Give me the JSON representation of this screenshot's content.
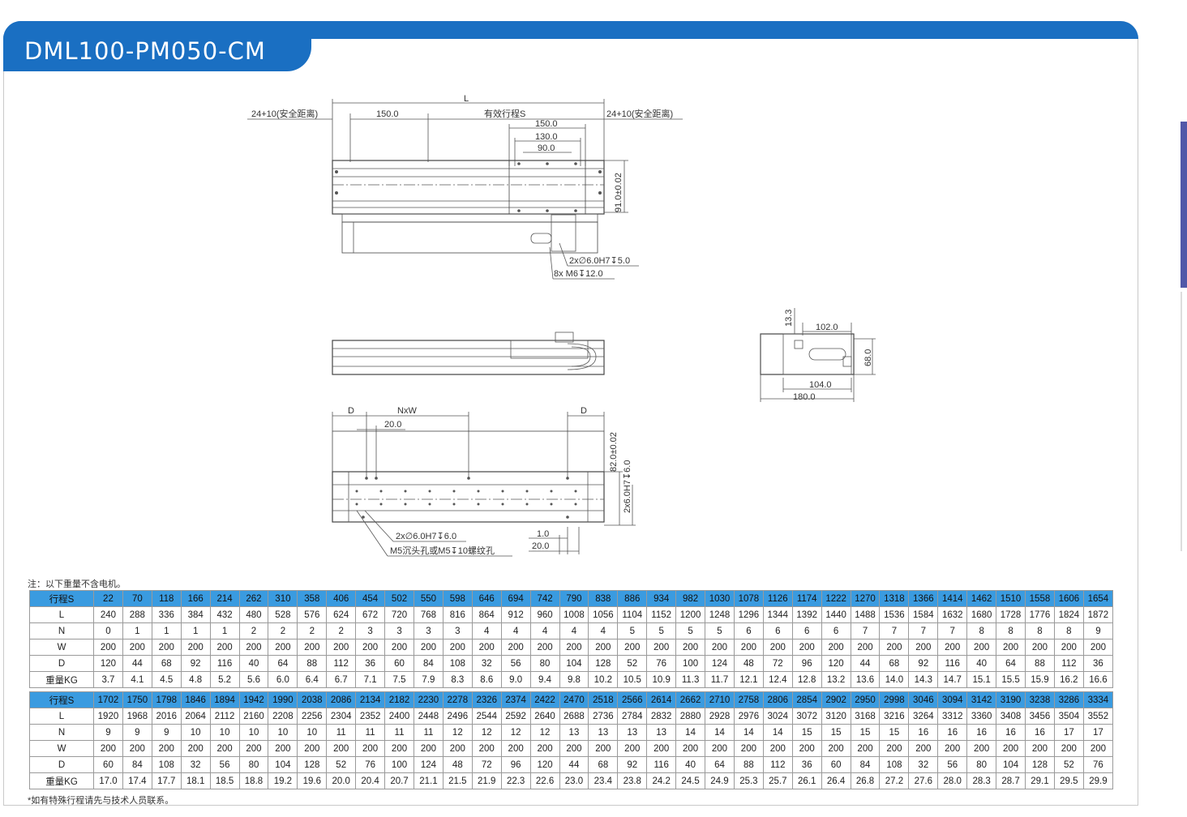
{
  "title": "DML100-PM050-CM",
  "drawing": {
    "top_view": {
      "label_L": "L",
      "safety_left": "24+10(安全距离)",
      "safety_right": "24+10(安全距离)",
      "dim_150": "150.0",
      "effective_stroke": "有效行程S",
      "dim_carriage_150": "150.0",
      "dim_130": "130.0",
      "dim_90": "90.0",
      "dim_91": "91.0±0.02",
      "hole_pins": "2x∅6.0H7↧5.0",
      "hole_screws": "8x  M6↧12.0"
    },
    "section_view": {
      "dim_13_3": "13.3",
      "dim_102": "102.0",
      "dim_68": "68.0",
      "dim_104": "104.0",
      "dim_180": "180.0"
    },
    "bottom_view": {
      "label_D_left": "D",
      "label_NxW": "NxW",
      "label_D_right": "D",
      "dim_20": "20.0",
      "dim_82": "82.0±0.02",
      "dim_pin_v": "2x6.0H7↧6.0",
      "hole_pins": "2x∅6.0H7↧6.0",
      "hole_screws": "M5沉头孔或M5↧10螺纹孔",
      "dim_1": "1.0",
      "dim_20b": "20.0"
    }
  },
  "note_top": "注：以下重量不含电机。",
  "note_bottom": "*如有特殊行程请先与技术人员联系。",
  "table1": {
    "header": "行程S",
    "s": [
      "22",
      "70",
      "118",
      "166",
      "214",
      "262",
      "310",
      "358",
      "406",
      "454",
      "502",
      "550",
      "598",
      "646",
      "694",
      "742",
      "790",
      "838",
      "886",
      "934",
      "982",
      "1030",
      "1078",
      "1126",
      "1174",
      "1222",
      "1270",
      "1318",
      "1366",
      "1414",
      "1462",
      "1510",
      "1558",
      "1606",
      "1654"
    ],
    "rows": [
      {
        "label": "L",
        "values": [
          "240",
          "288",
          "336",
          "384",
          "432",
          "480",
          "528",
          "576",
          "624",
          "672",
          "720",
          "768",
          "816",
          "864",
          "912",
          "960",
          "1008",
          "1056",
          "1104",
          "1152",
          "1200",
          "1248",
          "1296",
          "1344",
          "1392",
          "1440",
          "1488",
          "1536",
          "1584",
          "1632",
          "1680",
          "1728",
          "1776",
          "1824",
          "1872"
        ]
      },
      {
        "label": "N",
        "values": [
          "0",
          "1",
          "1",
          "1",
          "1",
          "2",
          "2",
          "2",
          "2",
          "3",
          "3",
          "3",
          "3",
          "4",
          "4",
          "4",
          "4",
          "4",
          "5",
          "5",
          "5",
          "5",
          "6",
          "6",
          "6",
          "6",
          "7",
          "7",
          "7",
          "7",
          "8",
          "8",
          "8",
          "8",
          "9"
        ]
      },
      {
        "label": "W",
        "values": [
          "200",
          "200",
          "200",
          "200",
          "200",
          "200",
          "200",
          "200",
          "200",
          "200",
          "200",
          "200",
          "200",
          "200",
          "200",
          "200",
          "200",
          "200",
          "200",
          "200",
          "200",
          "200",
          "200",
          "200",
          "200",
          "200",
          "200",
          "200",
          "200",
          "200",
          "200",
          "200",
          "200",
          "200",
          "200"
        ]
      },
      {
        "label": "D",
        "values": [
          "120",
          "44",
          "68",
          "92",
          "116",
          "40",
          "64",
          "88",
          "112",
          "36",
          "60",
          "84",
          "108",
          "32",
          "56",
          "80",
          "104",
          "128",
          "52",
          "76",
          "100",
          "124",
          "48",
          "72",
          "96",
          "120",
          "44",
          "68",
          "92",
          "116",
          "40",
          "64",
          "88",
          "112",
          "36"
        ]
      },
      {
        "label": "重量KG",
        "values": [
          "3.7",
          "4.1",
          "4.5",
          "4.8",
          "5.2",
          "5.6",
          "6.0",
          "6.4",
          "6.7",
          "7.1",
          "7.5",
          "7.9",
          "8.3",
          "8.6",
          "9.0",
          "9.4",
          "9.8",
          "10.2",
          "10.5",
          "10.9",
          "11.3",
          "11.7",
          "12.1",
          "12.4",
          "12.8",
          "13.2",
          "13.6",
          "14.0",
          "14.3",
          "14.7",
          "15.1",
          "15.5",
          "15.9",
          "16.2",
          "16.6"
        ]
      }
    ]
  },
  "table2": {
    "header": "行程S",
    "s": [
      "1702",
      "1750",
      "1798",
      "1846",
      "1894",
      "1942",
      "1990",
      "2038",
      "2086",
      "2134",
      "2182",
      "2230",
      "2278",
      "2326",
      "2374",
      "2422",
      "2470",
      "2518",
      "2566",
      "2614",
      "2662",
      "2710",
      "2758",
      "2806",
      "2854",
      "2902",
      "2950",
      "2998",
      "3046",
      "3094",
      "3142",
      "3190",
      "3238",
      "3286",
      "3334"
    ],
    "rows": [
      {
        "label": "L",
        "values": [
          "1920",
          "1968",
          "2016",
          "2064",
          "2112",
          "2160",
          "2208",
          "2256",
          "2304",
          "2352",
          "2400",
          "2448",
          "2496",
          "2544",
          "2592",
          "2640",
          "2688",
          "2736",
          "2784",
          "2832",
          "2880",
          "2928",
          "2976",
          "3024",
          "3072",
          "3120",
          "3168",
          "3216",
          "3264",
          "3312",
          "3360",
          "3408",
          "3456",
          "3504",
          "3552"
        ]
      },
      {
        "label": "N",
        "values": [
          "9",
          "9",
          "9",
          "10",
          "10",
          "10",
          "10",
          "10",
          "11",
          "11",
          "11",
          "11",
          "12",
          "12",
          "12",
          "12",
          "13",
          "13",
          "13",
          "13",
          "14",
          "14",
          "14",
          "14",
          "15",
          "15",
          "15",
          "15",
          "16",
          "16",
          "16",
          "16",
          "16",
          "17",
          "17"
        ]
      },
      {
        "label": "W",
        "values": [
          "200",
          "200",
          "200",
          "200",
          "200",
          "200",
          "200",
          "200",
          "200",
          "200",
          "200",
          "200",
          "200",
          "200",
          "200",
          "200",
          "200",
          "200",
          "200",
          "200",
          "200",
          "200",
          "200",
          "200",
          "200",
          "200",
          "200",
          "200",
          "200",
          "200",
          "200",
          "200",
          "200",
          "200",
          "200"
        ]
      },
      {
        "label": "D",
        "values": [
          "60",
          "84",
          "108",
          "32",
          "56",
          "80",
          "104",
          "128",
          "52",
          "76",
          "100",
          "124",
          "48",
          "72",
          "96",
          "120",
          "44",
          "68",
          "92",
          "116",
          "40",
          "64",
          "88",
          "112",
          "36",
          "60",
          "84",
          "108",
          "32",
          "56",
          "80",
          "104",
          "128",
          "52",
          "76"
        ]
      },
      {
        "label": "重量KG",
        "values": [
          "17.0",
          "17.4",
          "17.7",
          "18.1",
          "18.5",
          "18.8",
          "19.2",
          "19.6",
          "20.0",
          "20.4",
          "20.7",
          "21.1",
          "21.5",
          "21.9",
          "22.3",
          "22.6",
          "23.0",
          "23.4",
          "23.8",
          "24.2",
          "24.5",
          "24.9",
          "25.3",
          "25.7",
          "26.1",
          "26.4",
          "26.8",
          "27.2",
          "27.6",
          "28.0",
          "28.3",
          "28.7",
          "29.1",
          "29.5",
          "29.9"
        ]
      }
    ]
  }
}
